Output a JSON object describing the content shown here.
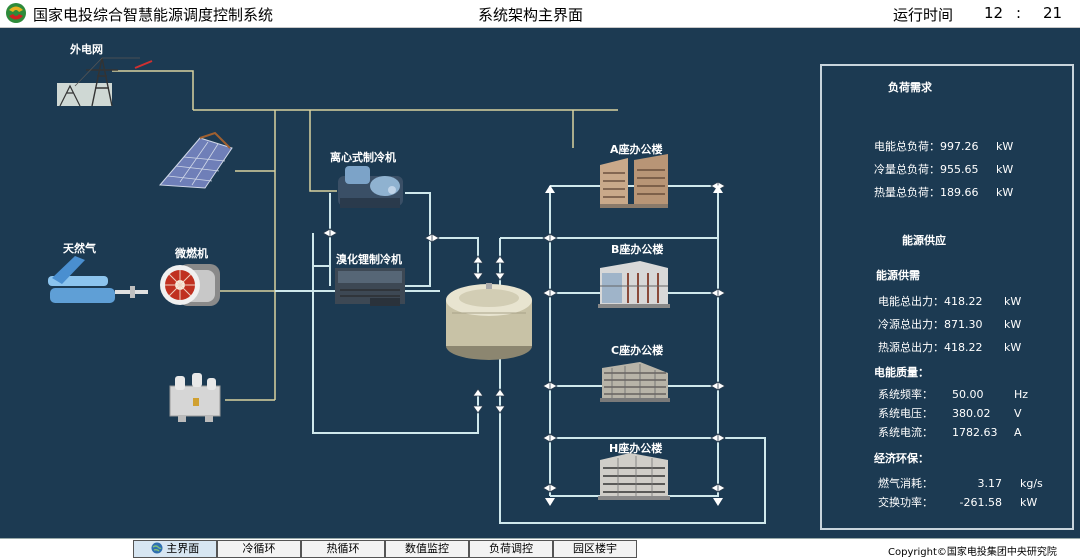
{
  "header": {
    "app_title": "国家电投综合智慧能源调度控制系统",
    "page_title": "系统架构主界面",
    "runtime_label": "运行时间",
    "runtime_hours": "12",
    "runtime_sep": ":",
    "runtime_minutes": "21"
  },
  "diagram": {
    "grid_label": "外电网",
    "gas_label": "天然气",
    "microturbine_label": "微燃机",
    "centrifugal_chiller_label": "离心式制冷机",
    "libr_chiller_label": "溴化锂制冷机",
    "buildings": [
      {
        "label": "A座办公楼"
      },
      {
        "label": "B座办公楼"
      },
      {
        "label": "C座办公楼"
      },
      {
        "label": "H座办公楼"
      }
    ]
  },
  "panel": {
    "load_demand": {
      "title": "负荷需求",
      "rows": [
        {
          "label": "电能总负荷：",
          "value": "997.26",
          "unit": "kW"
        },
        {
          "label": "冷量总负荷：",
          "value": "955.65",
          "unit": "kW"
        },
        {
          "label": "热量总负荷：",
          "value": "189.66",
          "unit": "kW"
        }
      ]
    },
    "energy_supply": {
      "title": "能源供应",
      "subtitle": "能源供需",
      "rows": [
        {
          "label": "电能总出力：",
          "value": "418.22",
          "unit": "kW"
        },
        {
          "label": "冷源总出力：",
          "value": "871.30",
          "unit": "kW"
        },
        {
          "label": "热源总出力：",
          "value": "418.22",
          "unit": "kW"
        }
      ]
    },
    "power_quality": {
      "title": "电能质量：",
      "rows": [
        {
          "label": "系统频率：",
          "value": "50.00",
          "unit": "Hz"
        },
        {
          "label": "系统电压：",
          "value": "380.02",
          "unit": "V"
        },
        {
          "label": "系统电流：",
          "value": "1782.63",
          "unit": "A"
        }
      ]
    },
    "economy": {
      "title": "经济环保：",
      "rows": [
        {
          "label": "燃气消耗：",
          "value": "3.17",
          "unit": "kg/s"
        },
        {
          "label": "交换功率：",
          "value": "-261.58",
          "unit": "kW"
        }
      ]
    }
  },
  "footer": {
    "tabs": [
      {
        "label": "主界面"
      },
      {
        "label": "冷循环"
      },
      {
        "label": "热循环"
      },
      {
        "label": "数值监控"
      },
      {
        "label": "负荷调控"
      },
      {
        "label": "园区楼宇"
      }
    ],
    "copyright": "Copyright©国家电投集团中央研究院"
  },
  "colors": {
    "background": "#1c3a52",
    "yellow_line": "#d8d2a0",
    "water_pipe": "#cfe8ec"
  }
}
